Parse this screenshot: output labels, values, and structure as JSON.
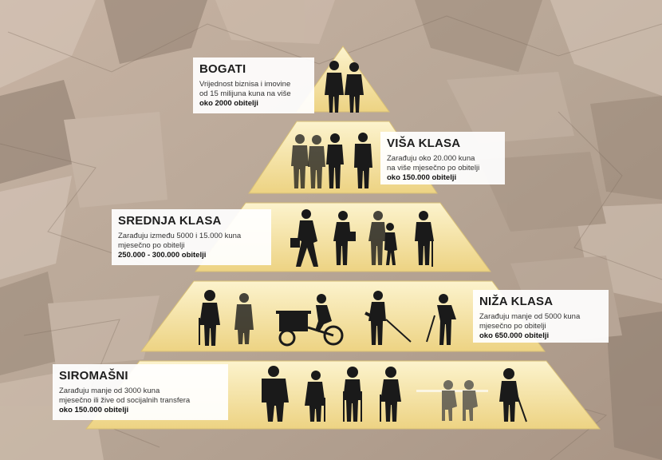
{
  "colors": {
    "tier_fill_light": "#fbf0c4",
    "tier_fill_dark": "#eed587",
    "silhouette": "#1a1a1a",
    "label_bg": "#ffffff"
  },
  "tiers": [
    {
      "title": "BOGATI",
      "line1": "Vrijednost biznisa i imovine",
      "line2": "od 15 milijuna kuna na više",
      "count": "oko 2000 obitelji"
    },
    {
      "title": "VIŠA KLASA",
      "line1": "Zarađuju oko 20.000 kuna",
      "line2": "na više mjesečno po obitelji",
      "count": "oko 150.000 obitelji"
    },
    {
      "title": "SREDNJA KLASA",
      "line1": "Zarađuju između 5000 i 15.000 kuna",
      "line2": "mjesečno po obitelji",
      "count": "250.000 - 300.000 obitelji"
    },
    {
      "title": "NIŽA KLASA",
      "line1": "Zarađuju manje od 5000 kuna",
      "line2": "mjesečno po obitelji",
      "count": "oko 650.000 obitelji"
    },
    {
      "title": "SIROMAŠNI",
      "line1": "Zarađuju manje od 3000 kuna",
      "line2": "mjesečno ili žive od socijalnih transfera",
      "count": "oko 150.000 obitelji"
    }
  ]
}
